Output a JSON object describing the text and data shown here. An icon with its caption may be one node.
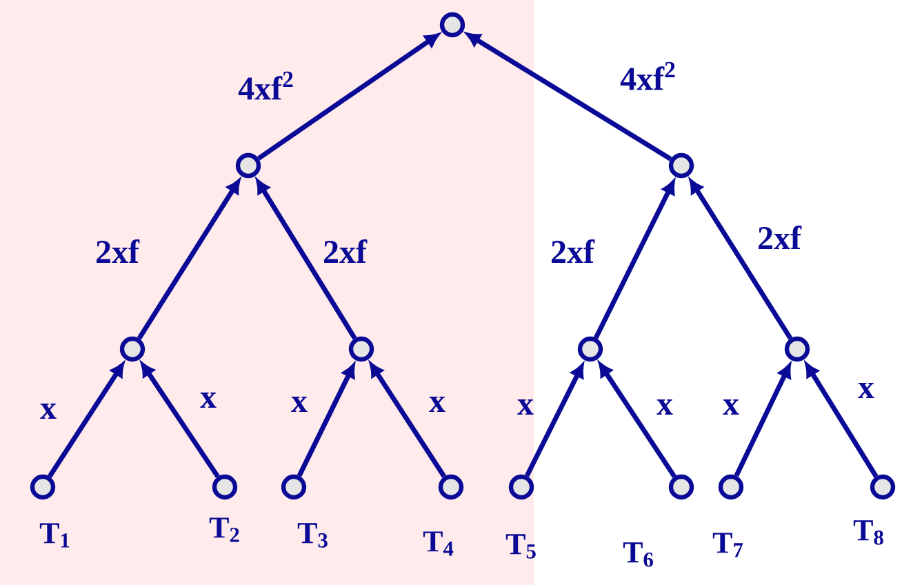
{
  "diagram": {
    "nodes": [
      {
        "text": [],
        "shape": "circle"
      },
      {
        "text": [],
        "shape": "circle"
      },
      {
        "text": [],
        "shape": "circle"
      },
      {
        "text": [],
        "shape": "circle"
      },
      {
        "text": [],
        "shape": "circle"
      },
      {
        "text": [],
        "shape": "circle"
      },
      {
        "text": [],
        "shape": "circle"
      },
      {
        "text": [],
        "shape": "circle",
        "beside": [
          "T$_{1}$"
        ]
      },
      {
        "text": [],
        "shape": "circle",
        "beside": [
          "T$_{2}$"
        ]
      },
      {
        "text": [],
        "shape": "circle",
        "beside": [
          "T$_{3}$"
        ]
      },
      {
        "text": [],
        "shape": "circle",
        "beside": [
          "T$_{4}$"
        ]
      },
      {
        "text": [],
        "shape": "circle",
        "beside": [
          "T$_{5}$"
        ]
      },
      {
        "text": [],
        "shape": "circle",
        "beside": [
          "T$_{6}$"
        ]
      },
      {
        "text": [],
        "shape": "circle",
        "beside": [
          "T$_{7}$"
        ]
      },
      {
        "text": [],
        "shape": "circle",
        "beside": [
          "T$_{8}$"
        ]
      }
    ],
    "edges": [
      {
        "from": 1,
        "to": 0,
        "arrow": "to",
        "label": "4xf$^{2}$"
      },
      {
        "from": 2,
        "to": 0,
        "arrow": "to",
        "label": "4xf$^{2}$"
      },
      {
        "from": 3,
        "to": 1,
        "arrow": "to",
        "label": "2xf"
      },
      {
        "from": 4,
        "to": 1,
        "arrow": "to",
        "label": "2xf"
      },
      {
        "from": 5,
        "to": 2,
        "arrow": "to",
        "label": "2xf"
      },
      {
        "from": 6,
        "to": 2,
        "arrow": "to",
        "label": "2xf"
      },
      {
        "from": 7,
        "to": 3,
        "arrow": "to",
        "label": "x"
      },
      {
        "from": 8,
        "to": 3,
        "arrow": "to",
        "label": "x"
      },
      {
        "from": 9,
        "to": 4,
        "arrow": "to",
        "label": "x"
      },
      {
        "from": 10,
        "to": 4,
        "arrow": "to",
        "label": "x"
      },
      {
        "from": 11,
        "to": 5,
        "arrow": "to",
        "label": "x"
      },
      {
        "from": 12,
        "to": 5,
        "arrow": "to",
        "label": "x"
      },
      {
        "from": 13,
        "to": 6,
        "arrow": "to",
        "label": "x"
      },
      {
        "from": 14,
        "to": 6,
        "arrow": "to",
        "label": "x"
      }
    ]
  }
}
